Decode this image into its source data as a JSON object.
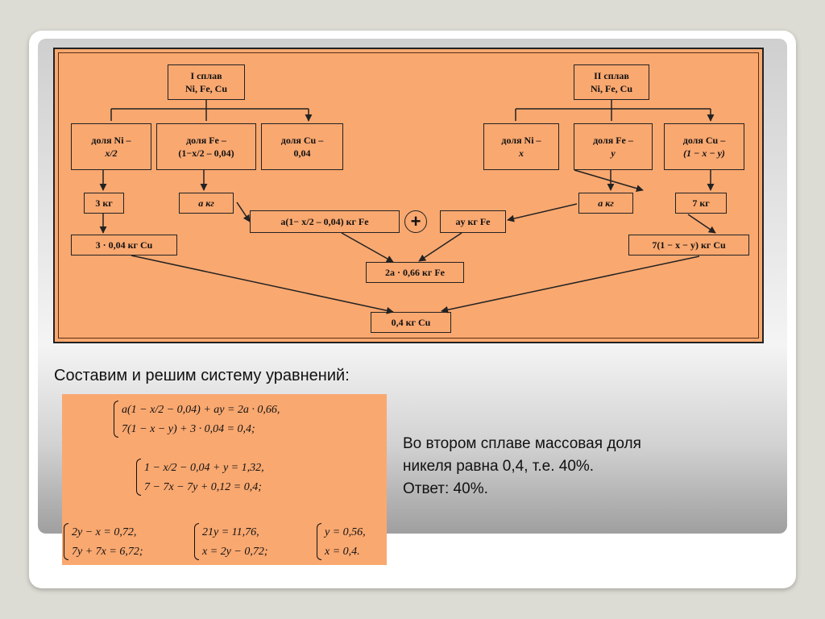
{
  "diagram": {
    "alloy1": {
      "title": "I сплав",
      "metals": "Ni, Fe, Cu"
    },
    "alloy2": {
      "title": "II сплав",
      "metals": "Ni, Fe, Cu"
    },
    "alloy1_shares": [
      {
        "l1": "доля Ni –",
        "l2": "x/2"
      },
      {
        "l1": "доля Fe –",
        "l2": "(1−x/2 – 0,04)"
      },
      {
        "l1": "доля Cu –",
        "l2": "0,04"
      }
    ],
    "alloy2_shares": [
      {
        "l1": "доля Ni –",
        "l2": "x"
      },
      {
        "l1": "доля Fe –",
        "l2": "y"
      },
      {
        "l1": "доля Cu –",
        "l2": "(1 − x − y)"
      }
    ],
    "mass_left_3": "3  кг",
    "mass_left_a": "a  кг",
    "fe_left": "a(1− x/2 – 0,04) кг Fe",
    "plus_symbol": "+",
    "fe_right": "ay кг Fe",
    "mass_right_a": "a  кг",
    "mass_right_7": "7  кг",
    "cu_left": "3 · 0,04 кг Cu",
    "cu_right": "7(1 − x − y) кг Cu",
    "fe_total": "2a · 0,66 кг Fe",
    "cu_total": "0,4 кг Cu"
  },
  "heading": "Составим и решим систему уравнений:",
  "equations": {
    "system1": [
      "a(1 − x/2 − 0,04) + ay = 2a · 0,66,",
      "7(1 − x − y) + 3 · 0,04 = 0,4;"
    ],
    "system2": [
      "1 − x/2 − 0,04 + y = 1,32,",
      "7 − 7x − 7y + 0,12 = 0,4;"
    ],
    "system3": [
      "2y − x = 0,72,",
      "7y + 7x = 6,72;"
    ],
    "system4": [
      "21y = 11,76,",
      "x = 2y − 0,72;"
    ],
    "system5": [
      "y = 0,56,",
      "x = 0,4."
    ]
  },
  "answer": {
    "line1": "Во втором сплаве массовая доля",
    "line2": "никеля равна 0,4, т.е. 40%.",
    "line3": "Ответ:  40%."
  },
  "colors": {
    "panel": "#f9a870",
    "line": "#222222"
  }
}
